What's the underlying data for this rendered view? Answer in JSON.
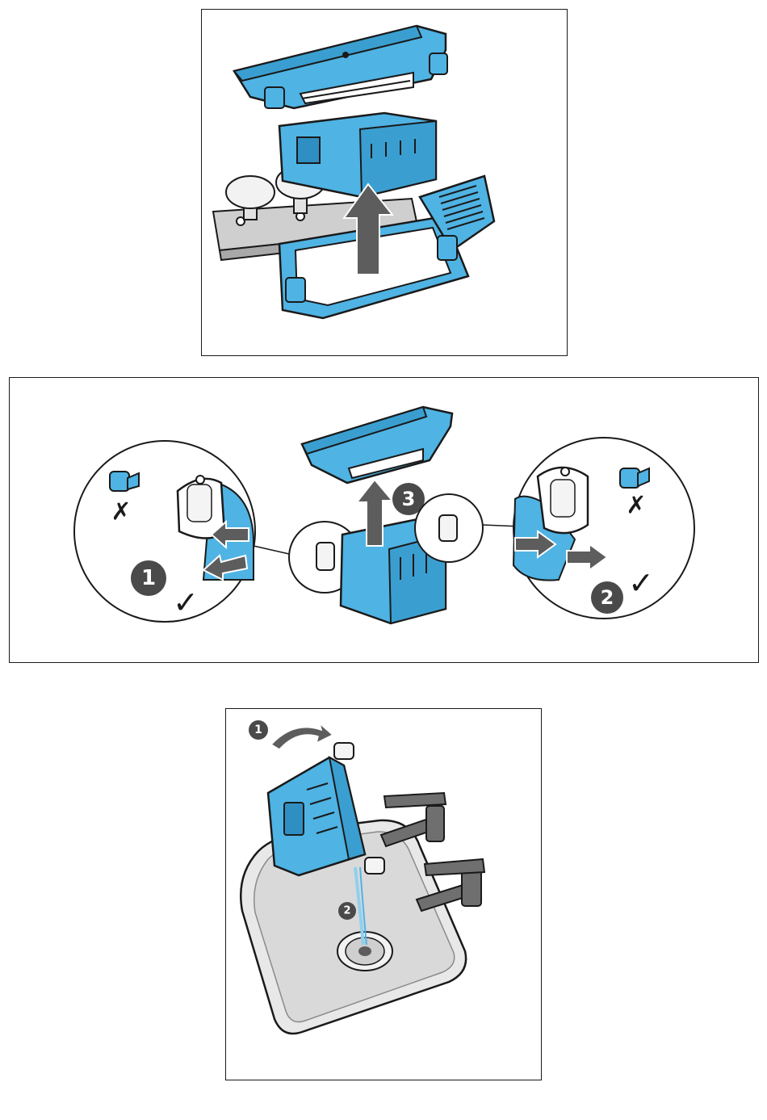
{
  "colors": {
    "part_blue": "#4fb3e3",
    "part_blue_dark": "#1f7fb3",
    "outline": "#1a1a1a",
    "arrow_grey": "#5d5d5d",
    "badge": "#4a4a4a",
    "sink_grey": "#d9d9d9",
    "faucet_grey": "#6f6f6f",
    "water": "#8fd0ee"
  },
  "icons": {
    "up_arrow": "up-arrow-icon",
    "wrong": "cross-icon",
    "right": "checkmark-icon",
    "rotate": "curved-arrow-icon"
  },
  "panel_middle": {
    "step_left": "1",
    "step_right": "2",
    "step_center": "3",
    "wrong_mark": "✗",
    "right_mark": "✓"
  },
  "panel_bottom": {
    "step_rotate": "1",
    "step_drain": "2"
  }
}
